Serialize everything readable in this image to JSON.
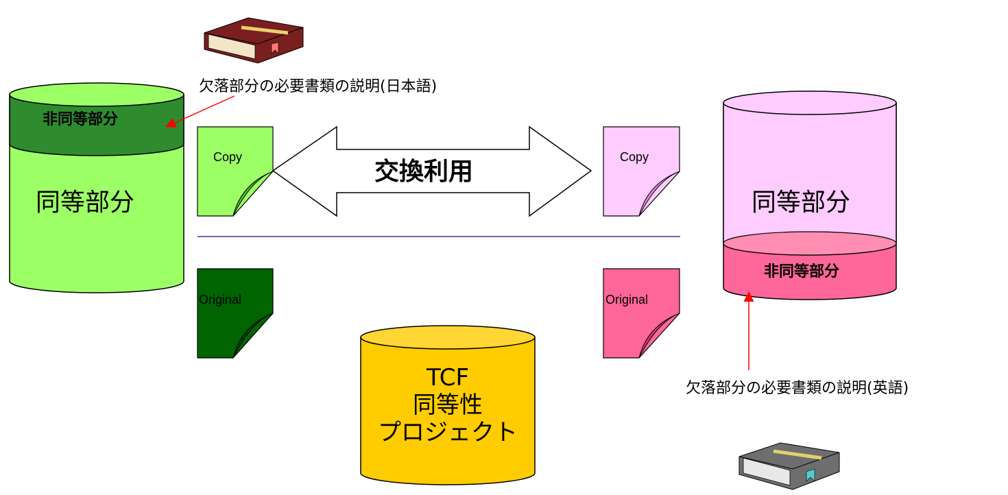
{
  "left_db": {
    "top_label": "非同等部分",
    "body_label": "同等部分",
    "note": "欠落部分の必要書類の説明(日本語)"
  },
  "right_db": {
    "body_label": "同等部分",
    "bottom_label": "非同等部分",
    "note": "欠落部分の必要書類の説明(英語)"
  },
  "exchange_label": "交換利用",
  "docs": {
    "left_copy": "Copy",
    "left_original": "Original",
    "right_copy": "Copy",
    "right_original": "Original"
  },
  "tcf_db": {
    "line1": "TCF",
    "line2": "同等性",
    "line3": "プロジェクト"
  },
  "colors": {
    "light_green": "#9dff66",
    "dark_green": "#2e8b2e",
    "doc_dark_green": "#006400",
    "light_pink": "#ffccff",
    "pink": "#ff6699",
    "yellow": "#ffcc00",
    "divider": "#3333aa",
    "pointer": "#ff0000"
  },
  "icons": [
    "book-red-icon",
    "book-gray-icon"
  ]
}
